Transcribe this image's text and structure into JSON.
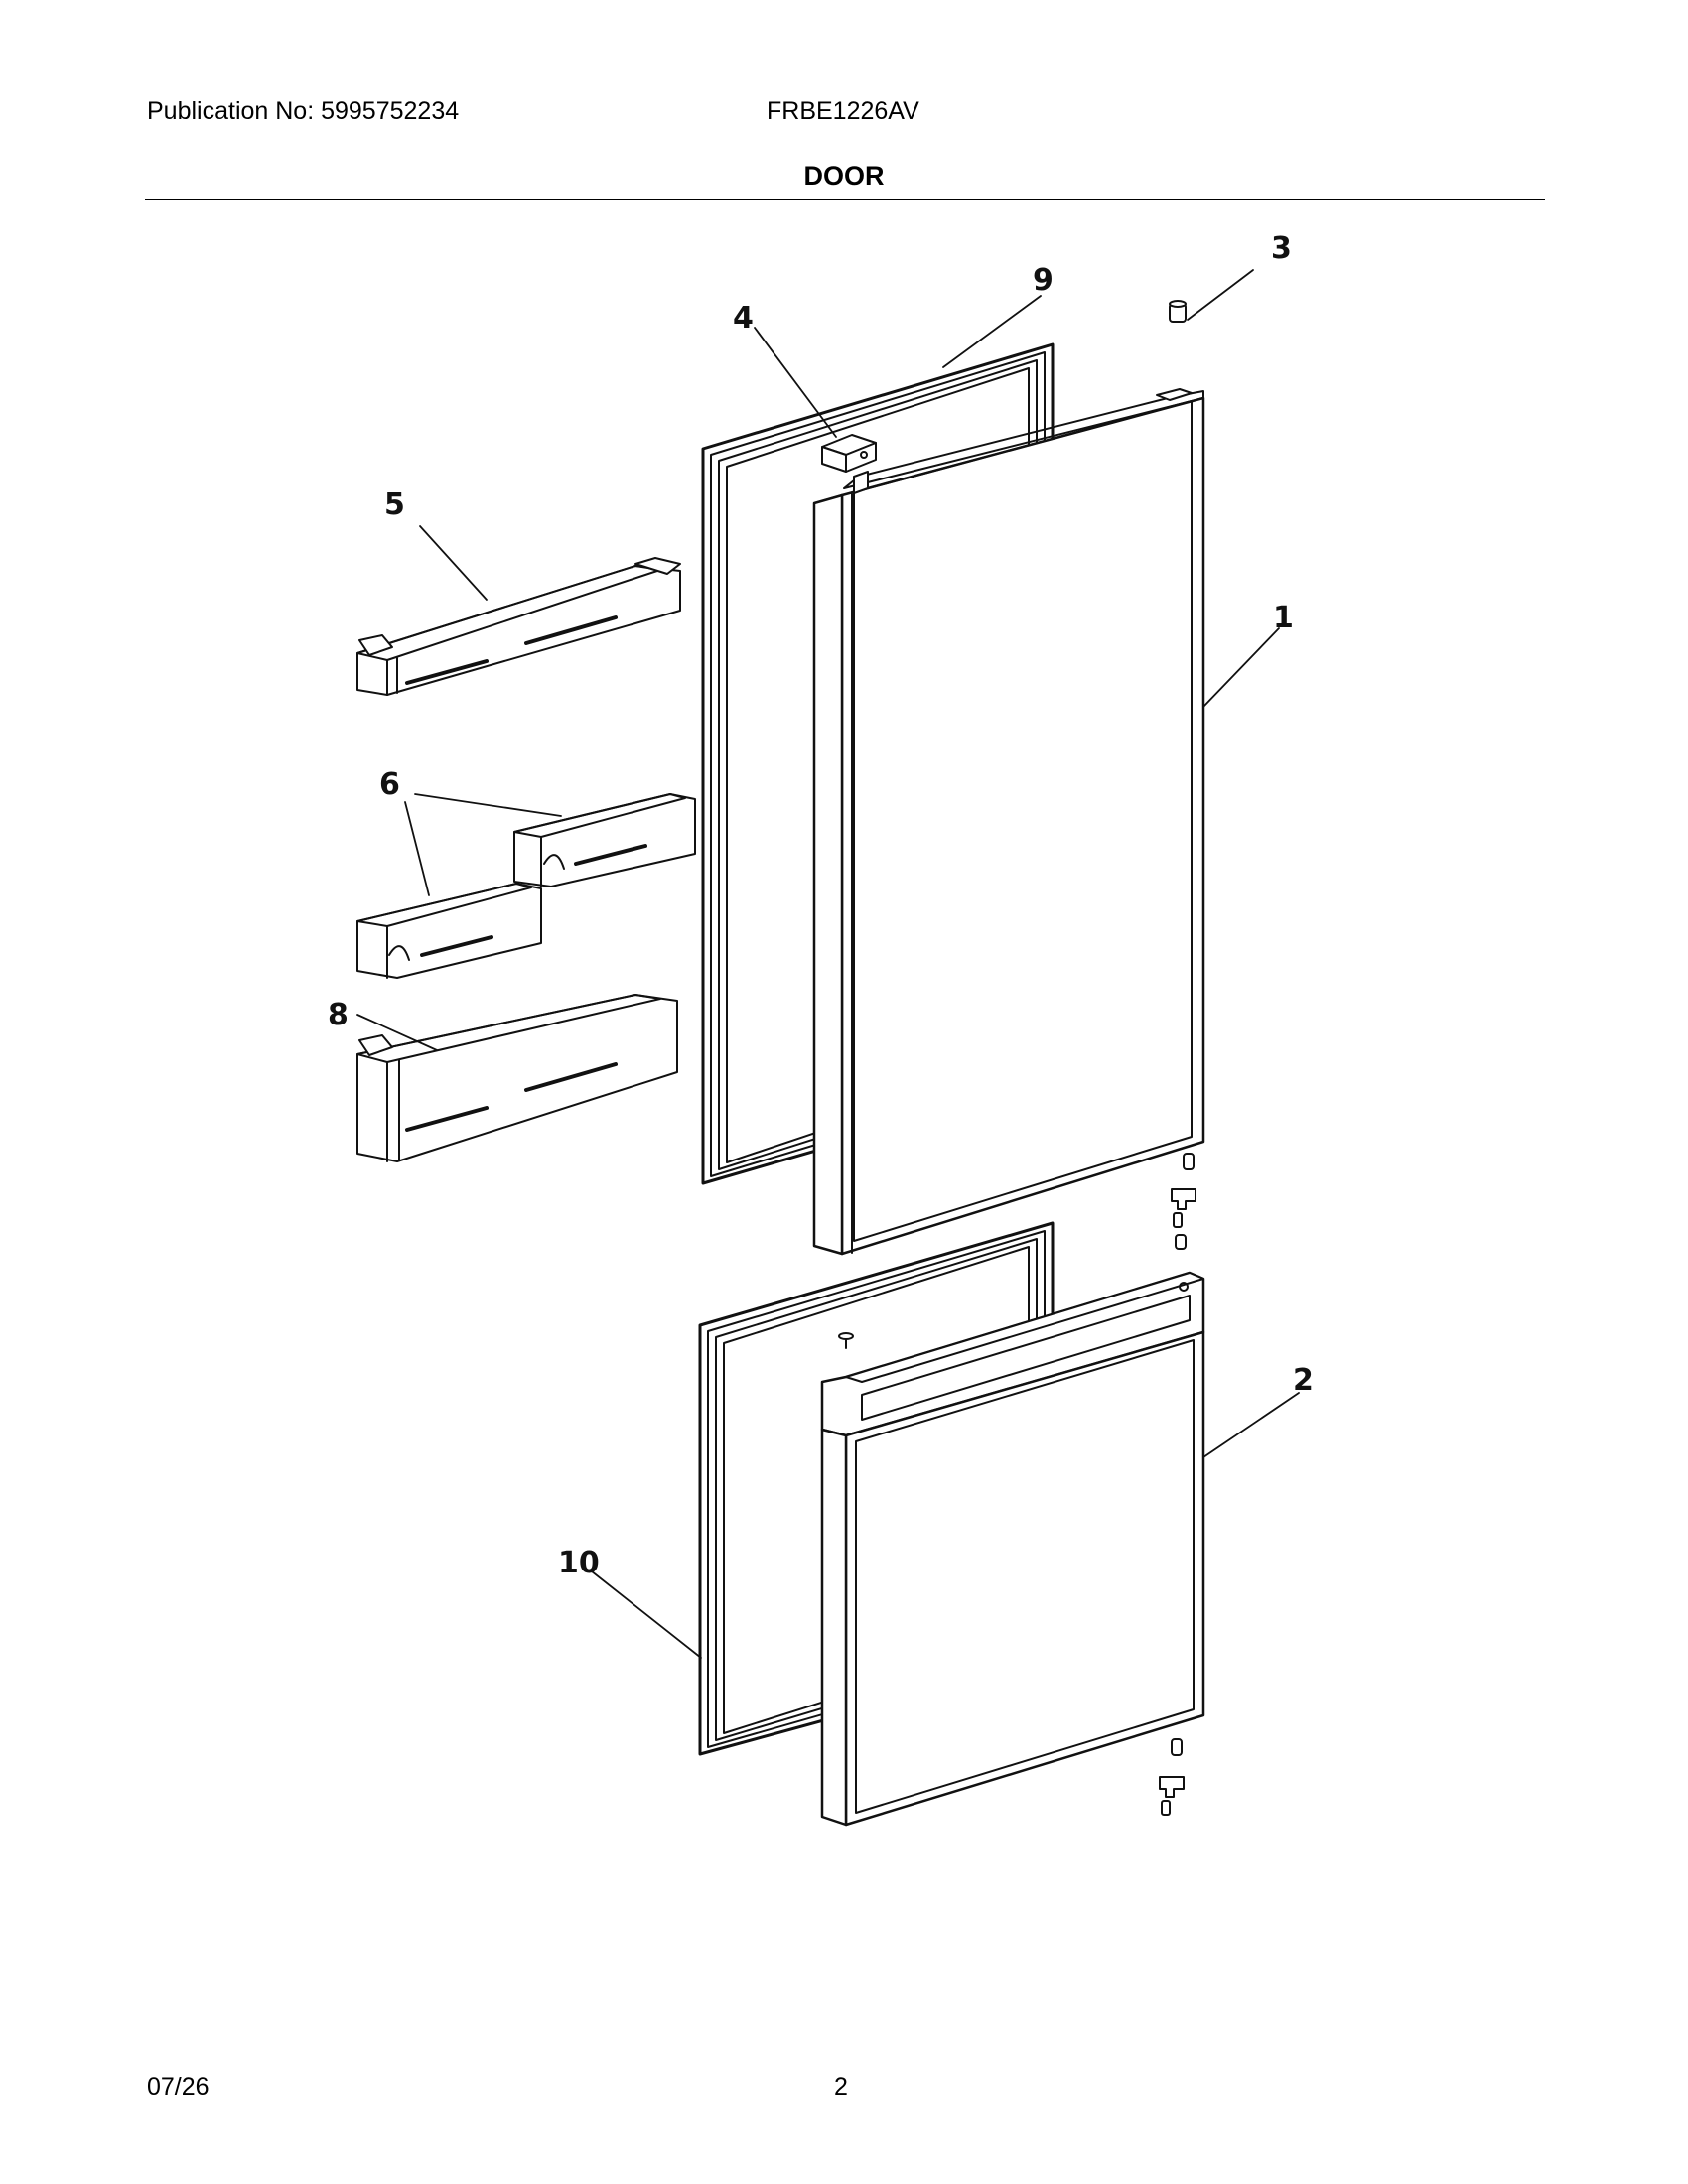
{
  "header": {
    "publication": "Publication No: 5995752234",
    "model": "FRBE1226AV",
    "section_title": "DOOR"
  },
  "callouts": {
    "c1": "1",
    "c2": "2",
    "c3": "3",
    "c4": "4",
    "c5": "5",
    "c6": "6",
    "c8": "8",
    "c9": "9",
    "c10": "10"
  },
  "footer": {
    "date": "07/26",
    "page": "2"
  }
}
